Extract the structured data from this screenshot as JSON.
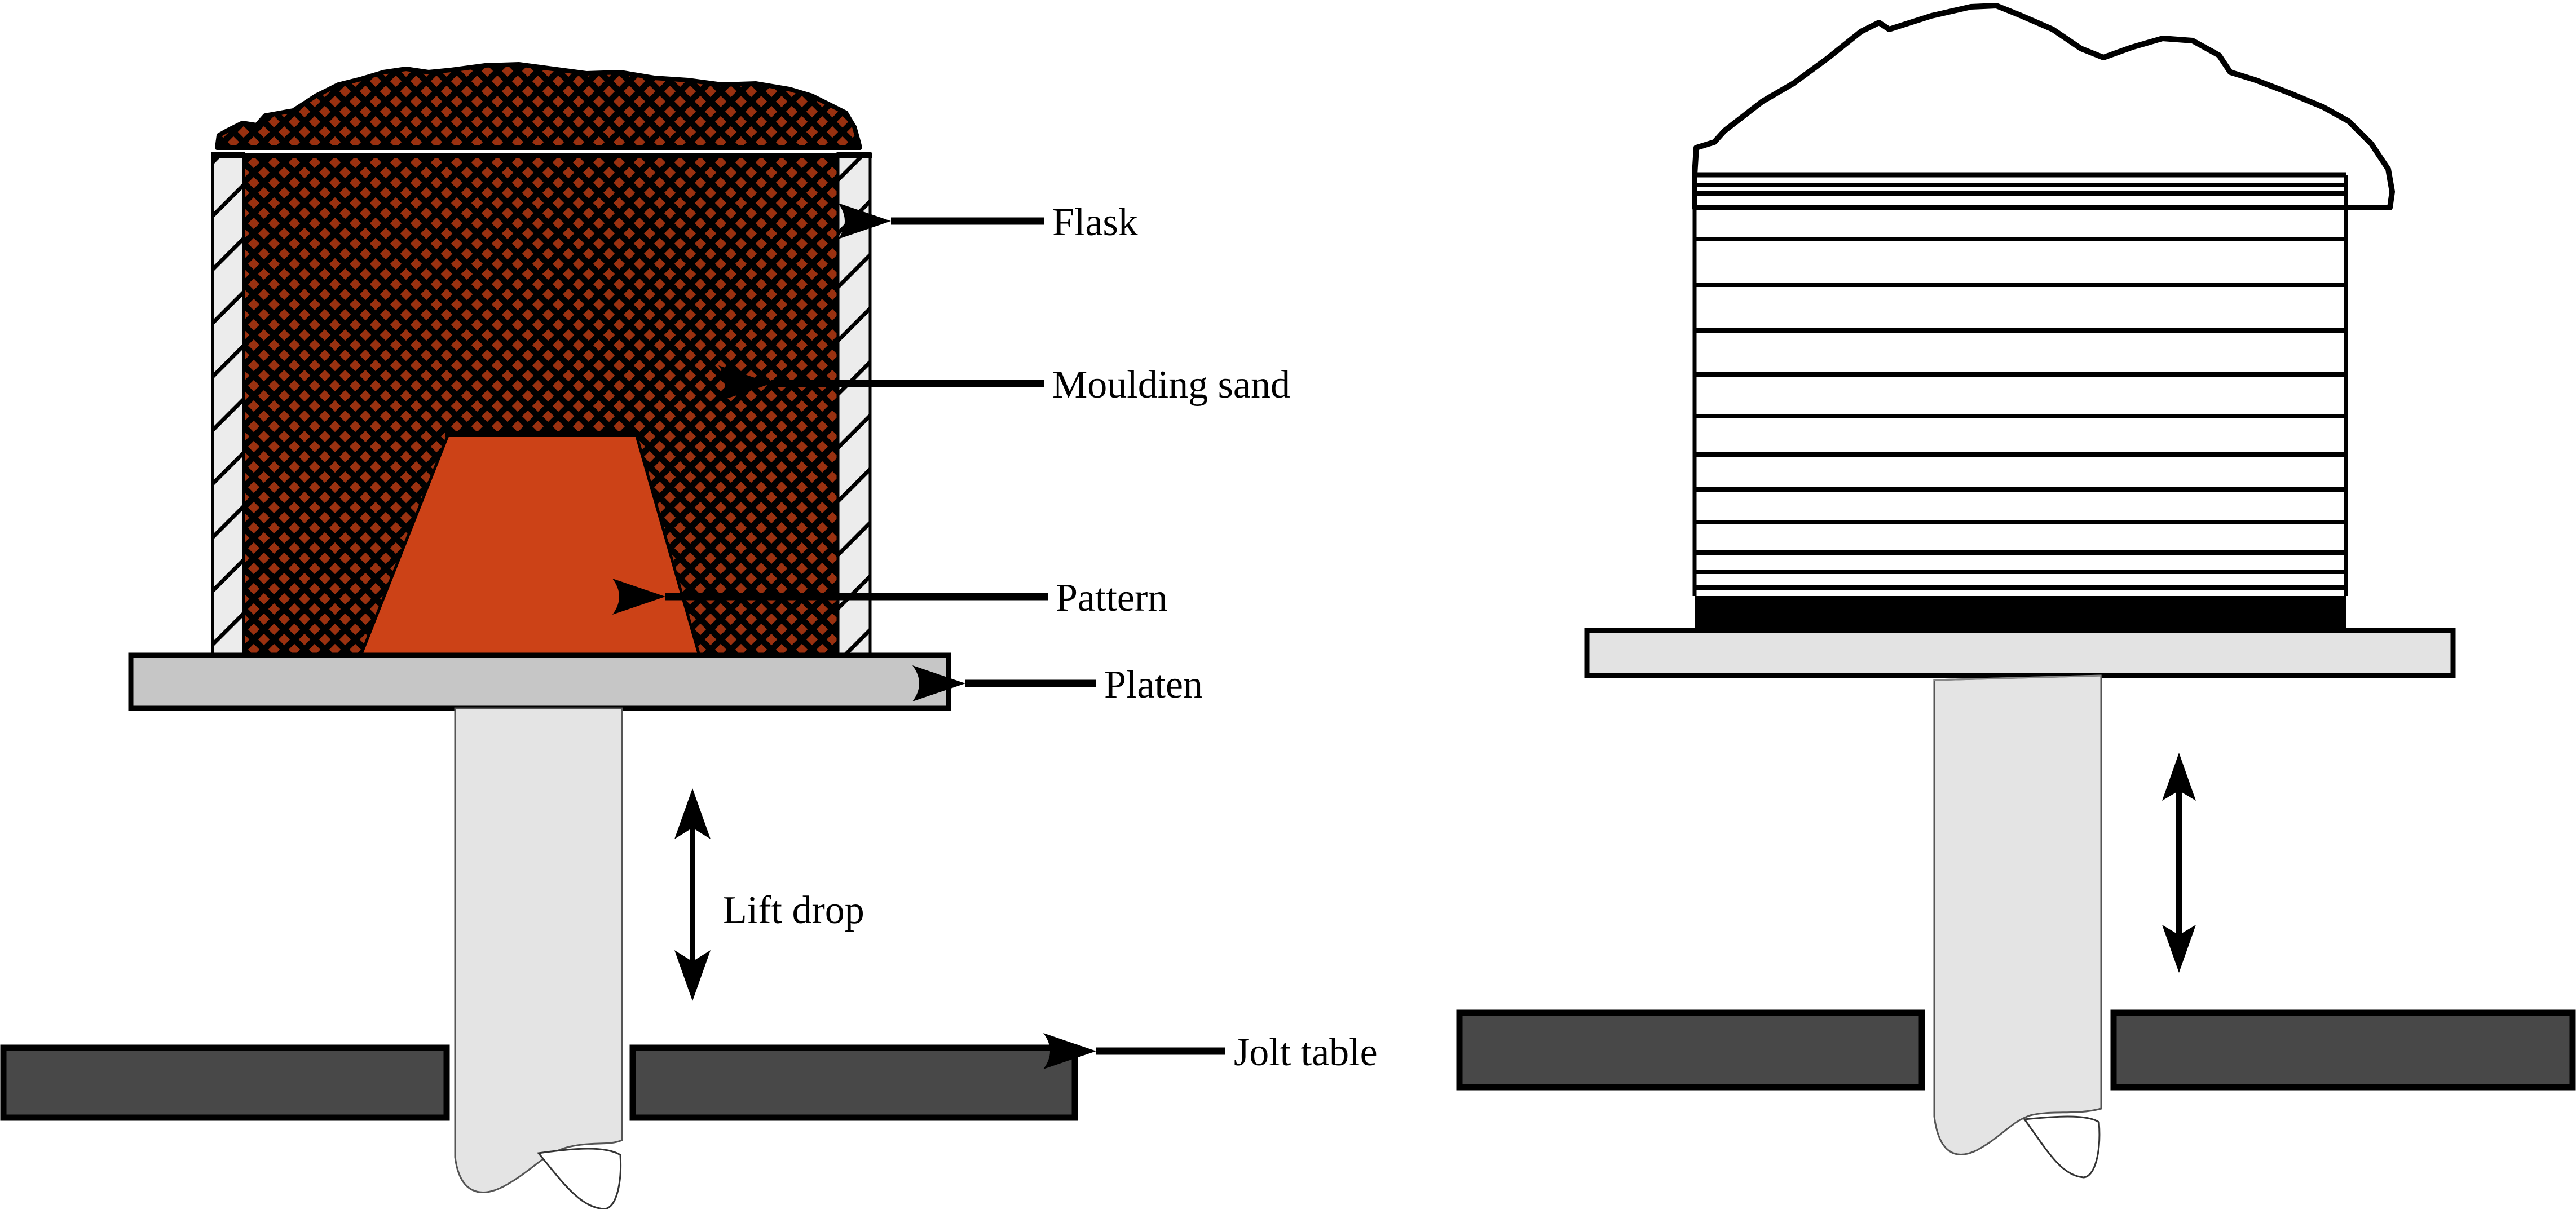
{
  "title": "Jolt moulding machine diagram",
  "labels": {
    "flask": {
      "text": "Flask"
    },
    "moulding_sand": {
      "text": "Moulding sand"
    },
    "pattern": {
      "text": "Pattern"
    },
    "platen": {
      "text": "Platen"
    },
    "lift_drop": {
      "text": "Lift drop"
    },
    "jolt_table": {
      "text": "Jolt table"
    }
  },
  "colors": {
    "sand_brown": "#9a3110",
    "pattern_orange": "#cc4217",
    "flask_wall_gray": "#ececec",
    "platen_gray_left": "#c6c6c6",
    "platen_gray_right": "#e3e3e3",
    "piston_gray": "#e4e4e4",
    "jolt_table_gray": "#484848",
    "outline_black": "#000000"
  },
  "right_panel": {
    "layer_line_x": [
      3005,
      4160
    ],
    "layer_line_ys": [
      328,
      343,
      424,
      505,
      586,
      664,
      738,
      806,
      868,
      926,
      980,
      1014,
      1042
    ]
  }
}
